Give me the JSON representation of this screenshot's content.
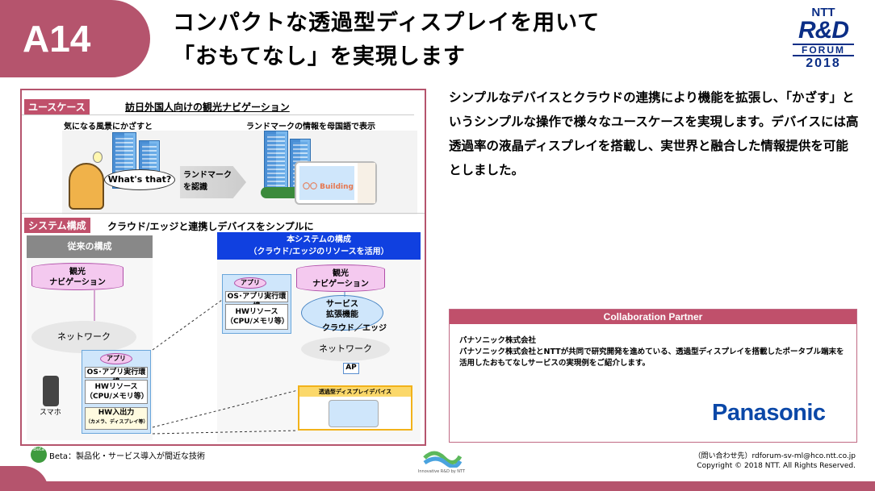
{
  "badge": "A14",
  "title": {
    "line1": "コンパクトな透過型ディスプレイを用いて",
    "line2": "「おもてなし」を実現します"
  },
  "logo": {
    "ntt": "NTT",
    "rd": "R&D",
    "forum": "FORUM",
    "year": "2018"
  },
  "usecase": {
    "tag": "ユースケース",
    "heading": "訪日外国人向けの観光ナビゲーション",
    "step1": "気になる風景にかざすと",
    "step2": "ランドマークの情報を母国語で表示",
    "bubble": "What's that?",
    "arrow": "ランドマーク\nを認識",
    "screen_text": "〇〇 Building"
  },
  "system": {
    "tag": "システム構成",
    "heading": "クラウド/エッジと連携しデバイスをシンプルに",
    "old": {
      "title": "従来の構成",
      "nav": "観光\nナビゲーション",
      "network": "ネットワーク",
      "app": "アプリ",
      "os": "OS･アプリ実行環境",
      "hw": "HWリソース\n（CPU/メモリ等）",
      "io": "HW入出力",
      "io_sub": "（カメラ、ディスプレイ等）",
      "phone": "スマホ"
    },
    "new": {
      "title": "本システムの構成\n（クラウド/エッジのリソースを活用）",
      "nav": "観光\nナビゲーション",
      "service": "サービス\n拡張機能",
      "cloud_edge": "クラウド／エッジ",
      "network": "ネットワーク",
      "ap": "AP",
      "device": "透過型ディスプレイデバイス",
      "app": "アプリ",
      "os": "OS･アプリ実行環境",
      "hw": "HWリソース\n（CPU/メモリ等）"
    }
  },
  "description": "シンプルなデバイスとクラウドの連携により機能を拡張し、「かざす」というシンプルな操作で様々なユースケースを実現します。デバイスには高透過率の液晶ディスプレイを搭載し、実世界と融合した情報提供を可能としました。",
  "collab": {
    "header": "Collaboration Partner",
    "company": "パナソニック株式会社",
    "text": "パナソニック株式会社とNTTが共同で研究開発を進めている、透過型ディスプレイを搭載したポータブル端末を活用したおもてなしサービスの実現例をご紹介します。",
    "logo": "Panasonic"
  },
  "footer": {
    "beta_icon": "Beta",
    "beta": "Beta：製品化・サービス導入が間近な技術",
    "contact": "（問い合わせ先）rdforum-sv-ml@hco.ntt.co.jp",
    "copyright": "Copyright © 2018 NTT. All Rights Reserved.",
    "mid": "Innovative R&D by NTT"
  },
  "colors": {
    "accent": "#b5546d",
    "blue": "#0b2e86"
  }
}
